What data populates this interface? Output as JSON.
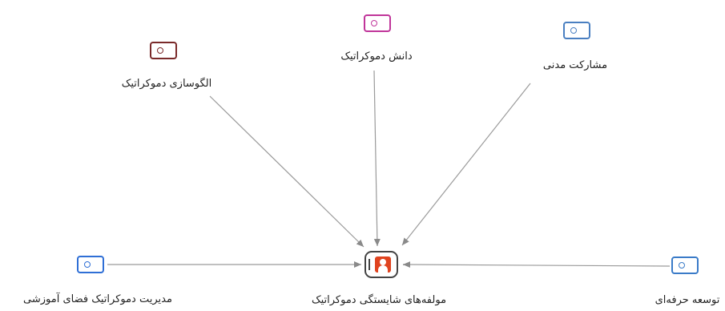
{
  "diagram": {
    "center": {
      "label": "مولفه‌های شایستگی دموکراتیک",
      "icon": "person-card-icon"
    },
    "nodes": [
      {
        "id": "knowledge",
        "label": "دانش دموکراتیک",
        "color": "#c0359a",
        "icon": "code-node-icon"
      },
      {
        "id": "modeling",
        "label": "الگوسازی دموکراتیک",
        "color": "#7a2a2a",
        "icon": "code-node-icon"
      },
      {
        "id": "participation",
        "label": "مشارکت مدنی",
        "color": "#4a7fc1",
        "icon": "code-node-icon"
      },
      {
        "id": "management",
        "label": "مدیریت دموکراتیک فضای آموزشی",
        "color": "#2f6fd6",
        "icon": "code-node-icon"
      },
      {
        "id": "development",
        "label": "توسعه حرفه‌ای",
        "color": "#3a7bc8",
        "icon": "code-node-icon"
      }
    ],
    "edges": [
      {
        "from": "knowledge",
        "to": "center"
      },
      {
        "from": "modeling",
        "to": "center"
      },
      {
        "from": "participation",
        "to": "center"
      },
      {
        "from": "management",
        "to": "center"
      },
      {
        "from": "development",
        "to": "center"
      }
    ],
    "edge_color": "#9a9a9a"
  }
}
